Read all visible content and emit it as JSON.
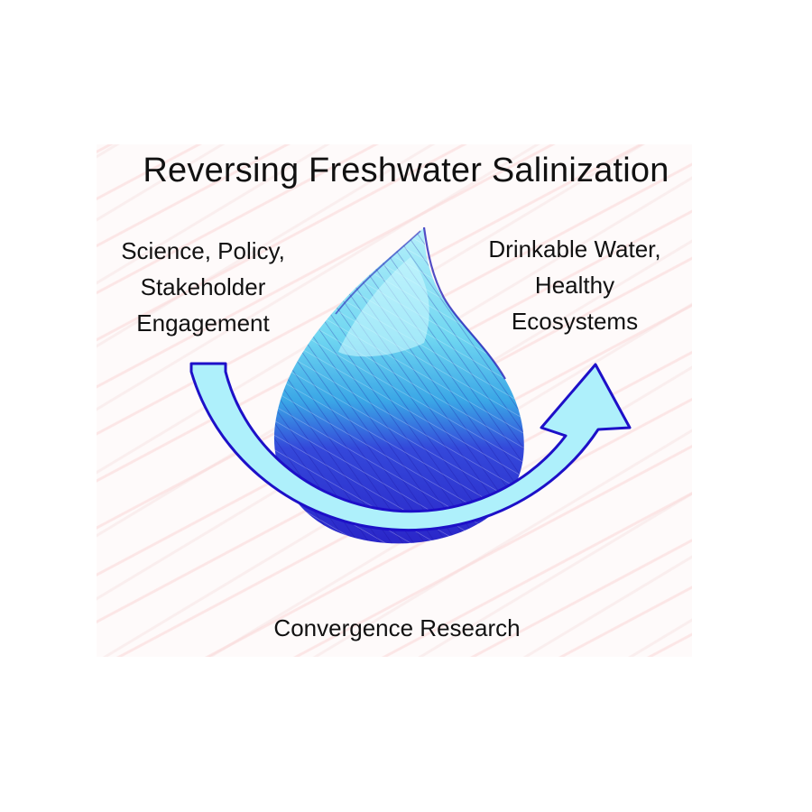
{
  "diagram": {
    "title": "Reversing Freshwater Salinization",
    "left_label": "Science, Policy,\nStakeholder\nEngagement",
    "right_label": "Drinkable Water,\nHealthy\nEcosystems",
    "bottom_label": "Convergence Research",
    "colors": {
      "arrow_fill": "#aef0fb",
      "arrow_stroke": "#1d10c8",
      "drop_light": "#8fe6f5",
      "drop_mid": "#2fb6e8",
      "drop_dark": "#2a2fd6",
      "hatch": "#f6c8c8"
    }
  }
}
